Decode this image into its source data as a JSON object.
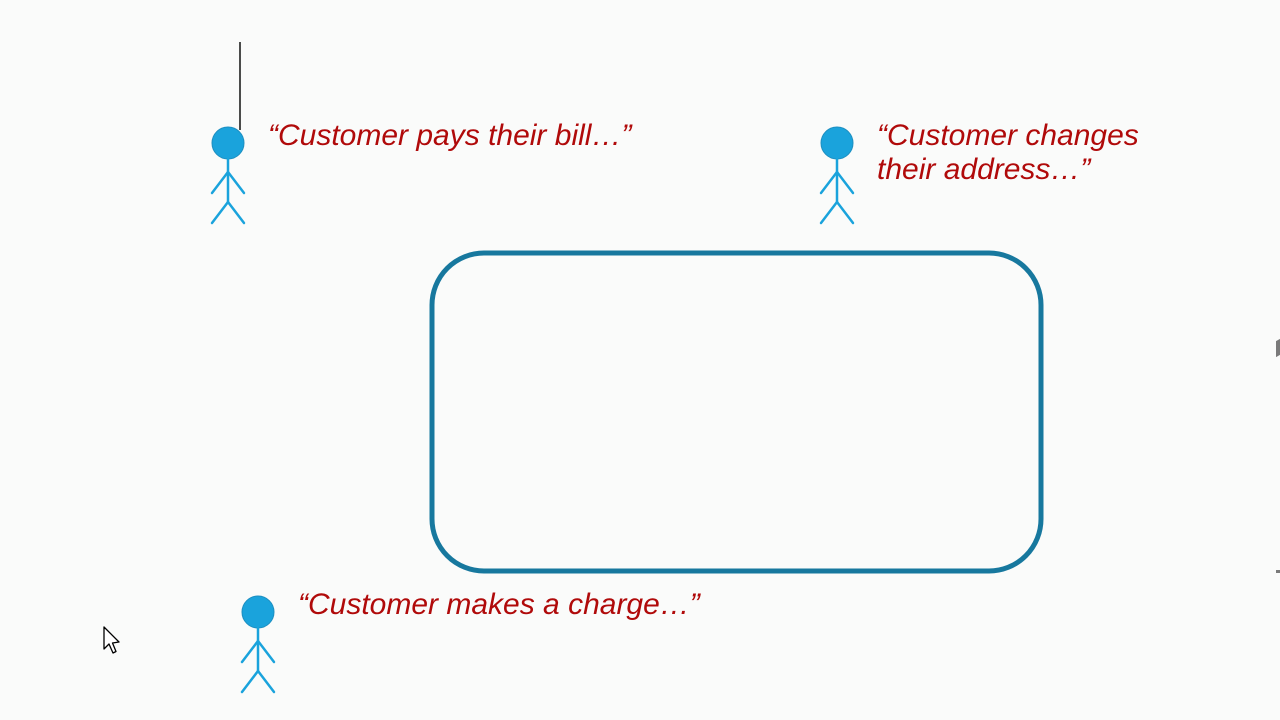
{
  "quotes": {
    "pays_bill": "“Customer pays their bill…”",
    "changes_address_line1": "“Customer changes",
    "changes_address_line2": "their address…”",
    "makes_charge": "“Customer makes a charge…”"
  },
  "colors": {
    "quote_text": "#b00a0a",
    "actor_fill": "#1aa3dc",
    "actor_stroke": "#1d8fc1",
    "box_stroke": "#17789e",
    "background": "#fafbfa"
  },
  "icons": {
    "actor": "stick-figure-icon",
    "cursor": "mouse-pointer-icon"
  }
}
